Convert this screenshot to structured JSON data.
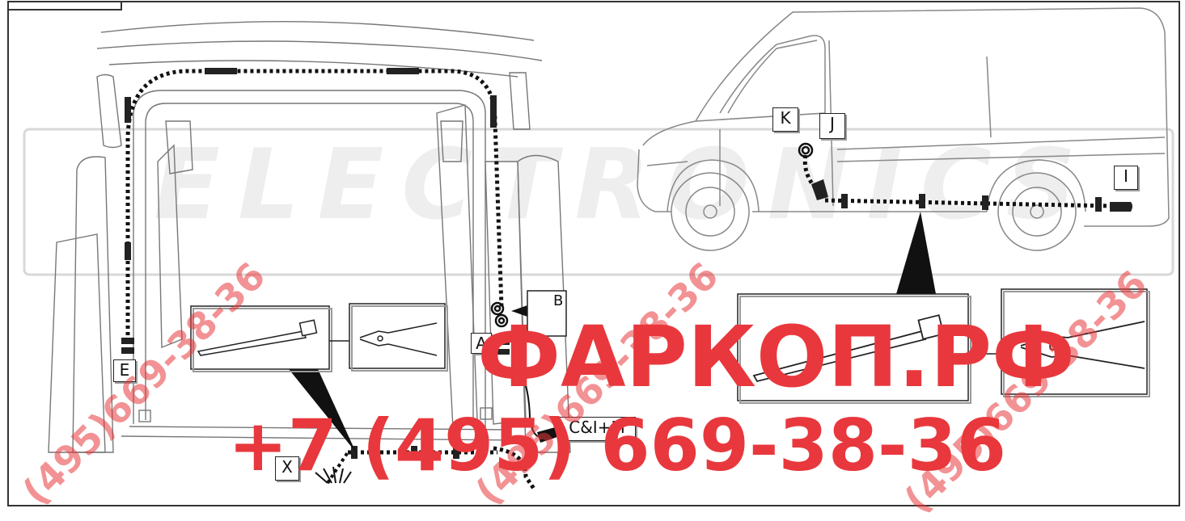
{
  "labels": {
    "e": "E",
    "x": "X",
    "a": "A",
    "b": "B",
    "cim": "C&I+M",
    "k": "K",
    "j": "J",
    "i": "I"
  },
  "watermark": {
    "brand": "ФАРКОП.РФ",
    "phone": "+7 (495) 669-38-36",
    "diagonal": "(495)669-38-36",
    "background_logo": "ELECTRONICS"
  },
  "colors": {
    "watermark": "#e8383d",
    "line": "#222222",
    "frame": "#333333"
  }
}
